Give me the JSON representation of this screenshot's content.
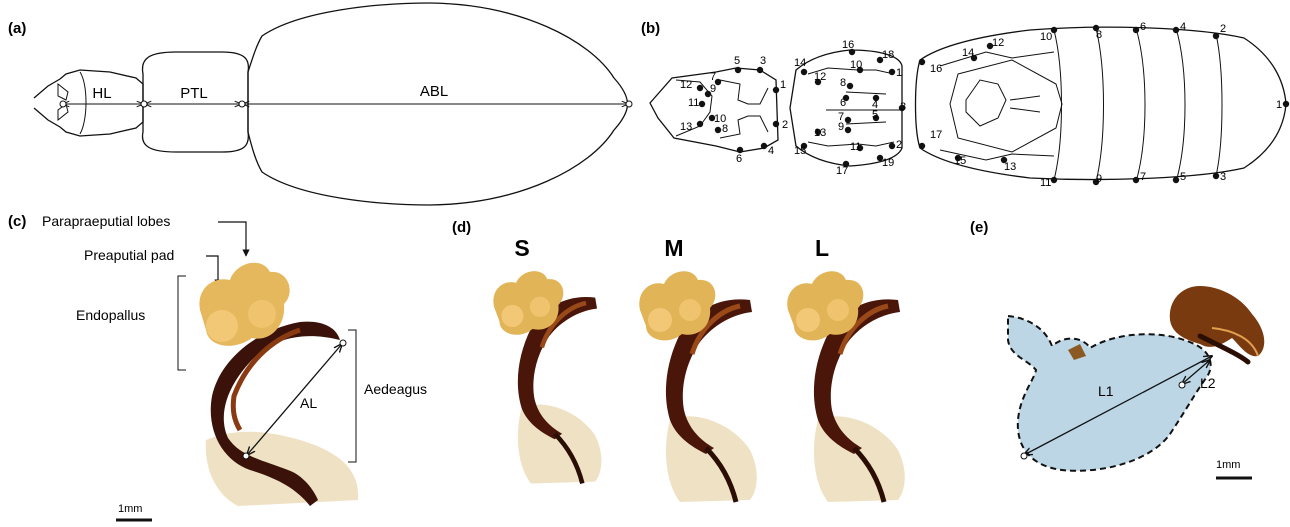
{
  "panels": {
    "a": {
      "label": "(a)",
      "measures": [
        "HL",
        "PTL",
        "ABL"
      ]
    },
    "b": {
      "label": "(b)",
      "head_landmarks": [
        "1",
        "2",
        "3",
        "4",
        "5",
        "6",
        "7",
        "8",
        "9",
        "10",
        "11",
        "12",
        "13"
      ],
      "thorax_landmarks": [
        "1",
        "2",
        "3",
        "4",
        "5",
        "6",
        "7",
        "8",
        "9",
        "10",
        "11",
        "12",
        "13",
        "14",
        "15",
        "16",
        "17",
        "18",
        "19"
      ],
      "abdomen_landmarks": [
        "1",
        "2",
        "3",
        "4",
        "5",
        "6",
        "7",
        "8",
        "9",
        "10",
        "11",
        "12",
        "13",
        "14",
        "15",
        "16",
        "17"
      ]
    },
    "c": {
      "label": "(c)",
      "parapraeputial": "Parapraeputial lobes",
      "preaputial": "Preaputial pad",
      "endopallus": "Endopallus",
      "aedeagus": "Aedeagus",
      "al": "AL",
      "scale": "1mm"
    },
    "d": {
      "label": "(d)",
      "sizes": [
        "S",
        "M",
        "L"
      ]
    },
    "e": {
      "label": "(e)",
      "l1": "L1",
      "l2": "L2",
      "scale": "1mm"
    }
  },
  "colors": {
    "line": "#111111",
    "cuticle_dark": "#3a120a",
    "cuticle_mid": "#8a3a12",
    "endophallus": "#e6b85e",
    "membrane": "#efe2c4",
    "bursa_fill": "#bcd6e6"
  }
}
